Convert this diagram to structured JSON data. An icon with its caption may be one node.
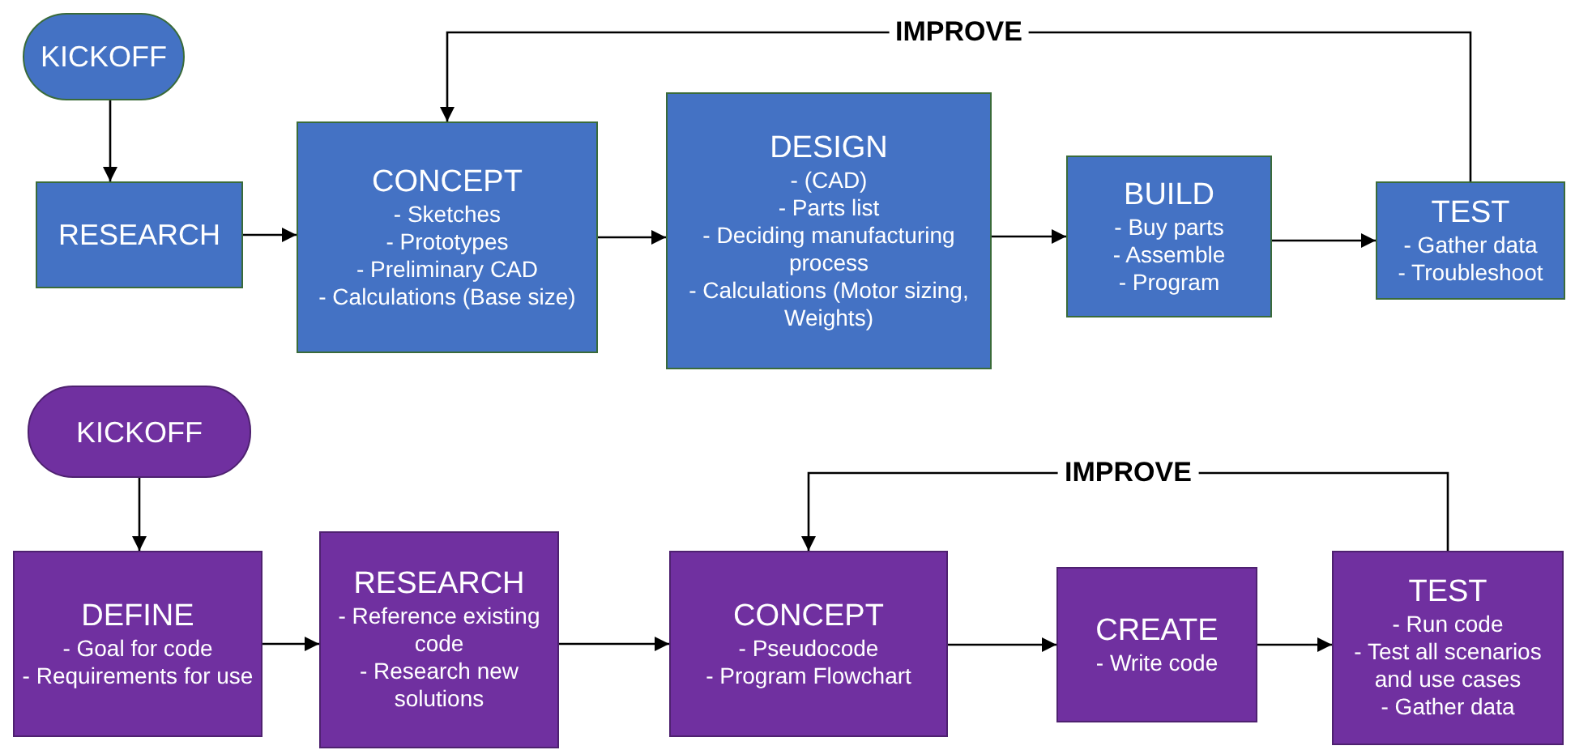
{
  "diagram": {
    "nodes": [
      {
        "text": [
          "KICKOFF"
        ]
      },
      {
        "text": [
          "RESEARCH"
        ]
      },
      {
        "text": [
          "CONCEPT",
          "- Sketches",
          "- Prototypes",
          "- Preliminary CAD",
          "- Calculations (Base size)"
        ]
      },
      {
        "text": [
          "DESIGN",
          "- (CAD)",
          "- Parts list",
          "- Deciding manufacturing process",
          "- Calculations (Motor sizing, Weights)"
        ]
      },
      {
        "text": [
          "BUILD",
          "- Buy parts",
          "- Assemble",
          "- Program"
        ]
      },
      {
        "text": [
          "TEST",
          "- Gather data",
          "- Troubleshoot"
        ]
      },
      {
        "text": [
          "KICKOFF"
        ]
      },
      {
        "text": [
          "DEFINE",
          "- Goal for code",
          "- Requirements for use"
        ]
      },
      {
        "text": [
          "RESEARCH",
          "- Reference existing code",
          "- Research new solutions"
        ]
      },
      {
        "text": [
          "CONCEPT",
          "- Pseudocode",
          "- Program Flowchart"
        ]
      },
      {
        "text": [
          "CREATE",
          "- Write code"
        ]
      },
      {
        "text": [
          "TEST",
          "- Run code",
          "- Test all scenarios and use cases",
          "- Gather data"
        ]
      }
    ],
    "edges": [
      {
        "from": 0,
        "to": 1,
        "arrow": "to"
      },
      {
        "from": 1,
        "to": 2,
        "arrow": "to"
      },
      {
        "from": 2,
        "to": 3,
        "arrow": "to"
      },
      {
        "from": 3,
        "to": 4,
        "arrow": "to"
      },
      {
        "from": 4,
        "to": 5,
        "arrow": "to"
      },
      {
        "from": 5,
        "to": 2,
        "arrow": "to",
        "label": "IMPROVE"
      },
      {
        "from": 6,
        "to": 7,
        "arrow": "to"
      },
      {
        "from": 7,
        "to": 8,
        "arrow": "to"
      },
      {
        "from": 8,
        "to": 9,
        "arrow": "to"
      },
      {
        "from": 9,
        "to": 10,
        "arrow": "to"
      },
      {
        "from": 10,
        "to": 11,
        "arrow": "to"
      },
      {
        "from": 11,
        "to": 9,
        "arrow": "to",
        "label": "IMPROVE"
      }
    ]
  }
}
